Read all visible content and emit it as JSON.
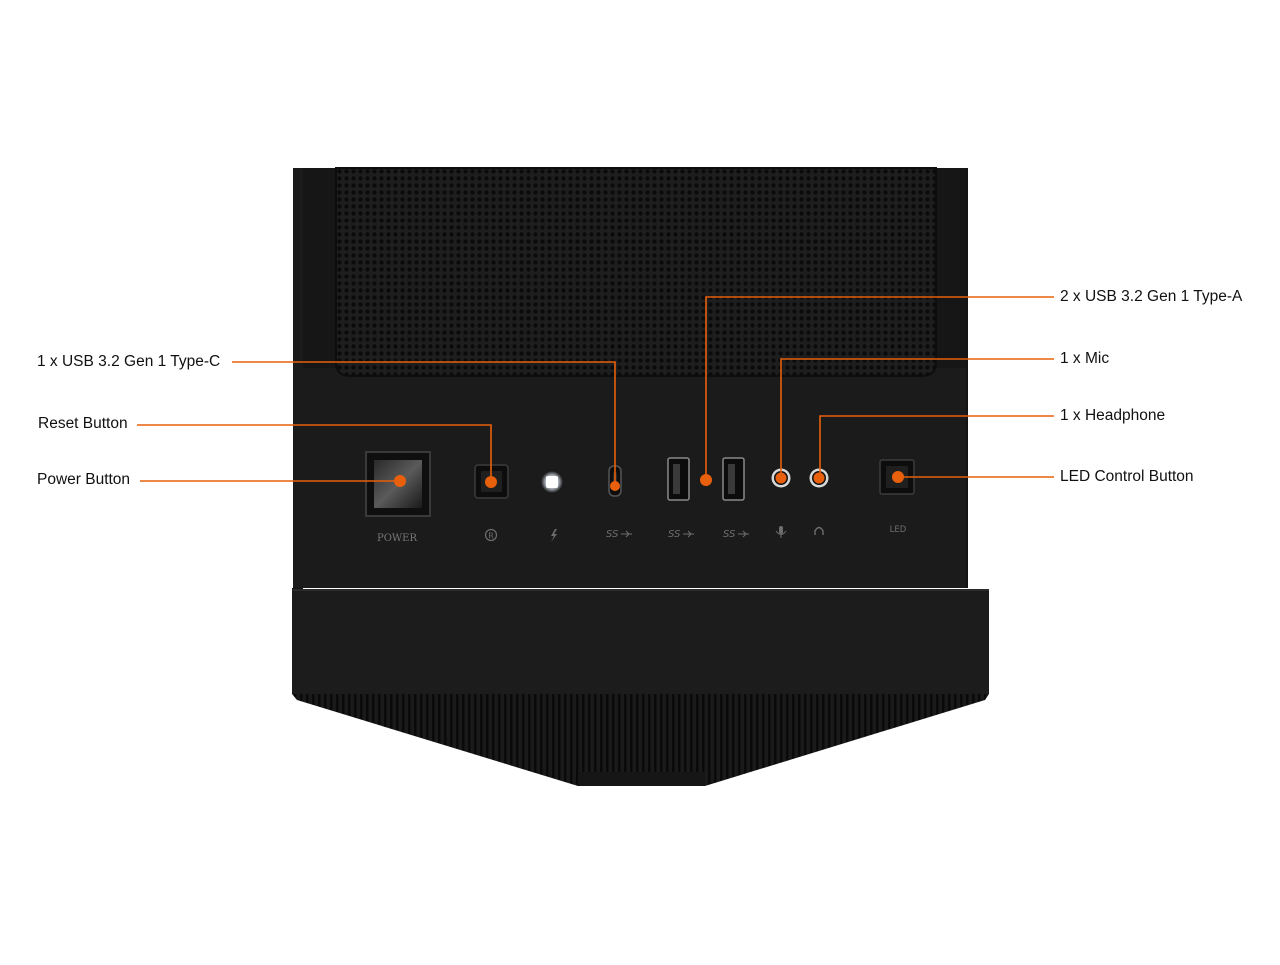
{
  "callouts": {
    "type_c": "1 x USB 3.2 Gen 1 Type-C",
    "reset": "Reset Button",
    "power": "Power Button",
    "type_a": "2 x USB 3.2 Gen 1 Type-A",
    "mic": "1 x Mic",
    "headphone": "1 x Headphone",
    "led": "LED Control Button"
  },
  "panel_text": {
    "power": "POWER",
    "led": "LED",
    "usb_ss": "SS"
  },
  "colors": {
    "accent": "#e8600c",
    "case": "#141414",
    "panel": "#1c1c1c",
    "label_text": "#111111"
  },
  "icons": [
    "power-button-icon",
    "reset-icon",
    "lightning-icon",
    "usb-ss-icon",
    "mic-icon",
    "headphone-icon",
    "led-icon"
  ]
}
